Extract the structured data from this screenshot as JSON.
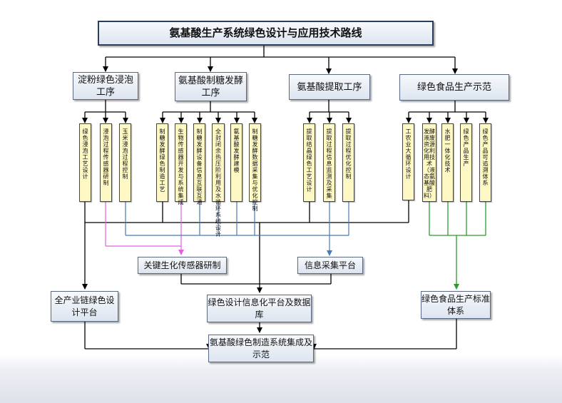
{
  "title": "氨基酸生产系统绿色设计与应用技术路线",
  "stages": [
    "淀粉绿色浸泡工序",
    "氨基酸制糖发酵工序",
    "氨基酸提取工序",
    "绿色食品生产示范"
  ],
  "tech_items": [
    "绿色浸泡工艺设计",
    "浸泡过程传感器研制",
    "玉米浸泡过程控制",
    "制糖发酵绿色制造工艺",
    "生物传感器开发与系统集成",
    "制糖发酵设备信息互联互通",
    "全封闭余热压阶利用及水循环系统设计",
    "氨基酸发酵建模",
    "制糖发酵数据采集与优化控制",
    "提取结晶绿色工艺设计",
    "提取过程信息监测及采集",
    "提取过程优化控制",
    "工农业大循环设计",
    "发酵液废资源化利用技术（液态氨基酸肥料）",
    "水肥一体化技术",
    "绿色产品生产",
    "绿色产品可追溯体系"
  ],
  "platforms": {
    "sensor": "关键生化传感器研制",
    "info_collect": "信息采集平台",
    "chain_design": "全产业链绿色设计平台",
    "info_platform": "绿色设计信息化平台及数据库",
    "food_standard": "绿色食品生产标准体系",
    "integration": "氨基酸绿色制造系统集成及示范"
  },
  "colors": {
    "line_black": "#000000",
    "line_magenta": "#e060e0",
    "line_blue": "#4a7ab5",
    "line_green": "#2e9a2e",
    "box_fill": "#dde5f0",
    "item_fill": "#fdf8c4"
  }
}
